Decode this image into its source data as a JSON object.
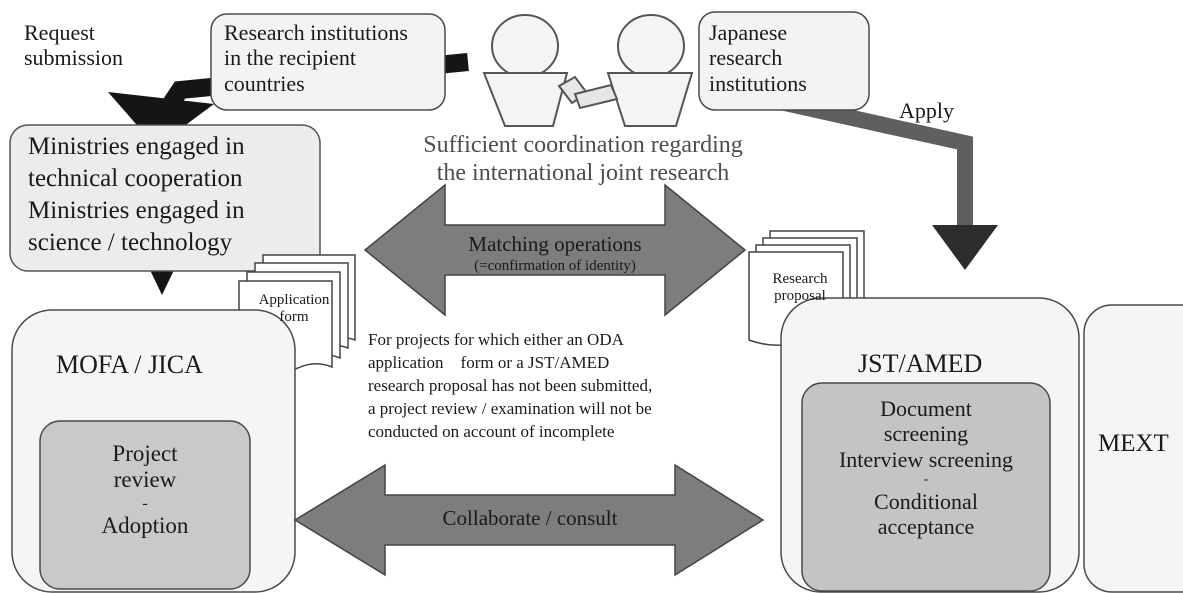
{
  "labels": {
    "request_submission": [
      "Request",
      "submission"
    ],
    "apply": "Apply",
    "sufficient_coordination": [
      "Sufficient coordination regarding",
      "the international joint research"
    ],
    "matching_operations": "Matching operations",
    "matching_sub": "(=confirmation of identity)",
    "collaborate_consult": "Collaborate / consult",
    "application_form": [
      "Application",
      "form"
    ],
    "research_proposal": [
      "Research",
      "proposal"
    ],
    "note": [
      "For projects for which either an ODA",
      "application    form or a JST/AMED",
      "research proposal has not been submitted,",
      "a project review / examination will not be",
      "conducted on account of incomplete"
    ]
  },
  "boxes": {
    "recipient_institutions": [
      "Research institutions",
      "in the recipient",
      "countries"
    ],
    "japanese_institutions": [
      "Japanese",
      "research",
      "institutions"
    ],
    "ministries": [
      "Ministries engaged in",
      "technical cooperation",
      "Ministries engaged in",
      "science / technology"
    ],
    "mofa_jica": "MOFA / JICA",
    "project_review": [
      "Project",
      "review",
      "-",
      "Adoption"
    ],
    "jst_amed": "JST/AMED",
    "screening": [
      "Document",
      "screening",
      "Interview screening",
      "-",
      "Conditional",
      "acceptance"
    ],
    "mext": "MEXT"
  },
  "colors": {
    "box_fill": "#f3f3f3",
    "inner_fill": "#c8c8c8",
    "arrow_fill": "#7d7d7d",
    "thick_arrow": "#151515",
    "apply_arrow": "#5f5f5f"
  }
}
